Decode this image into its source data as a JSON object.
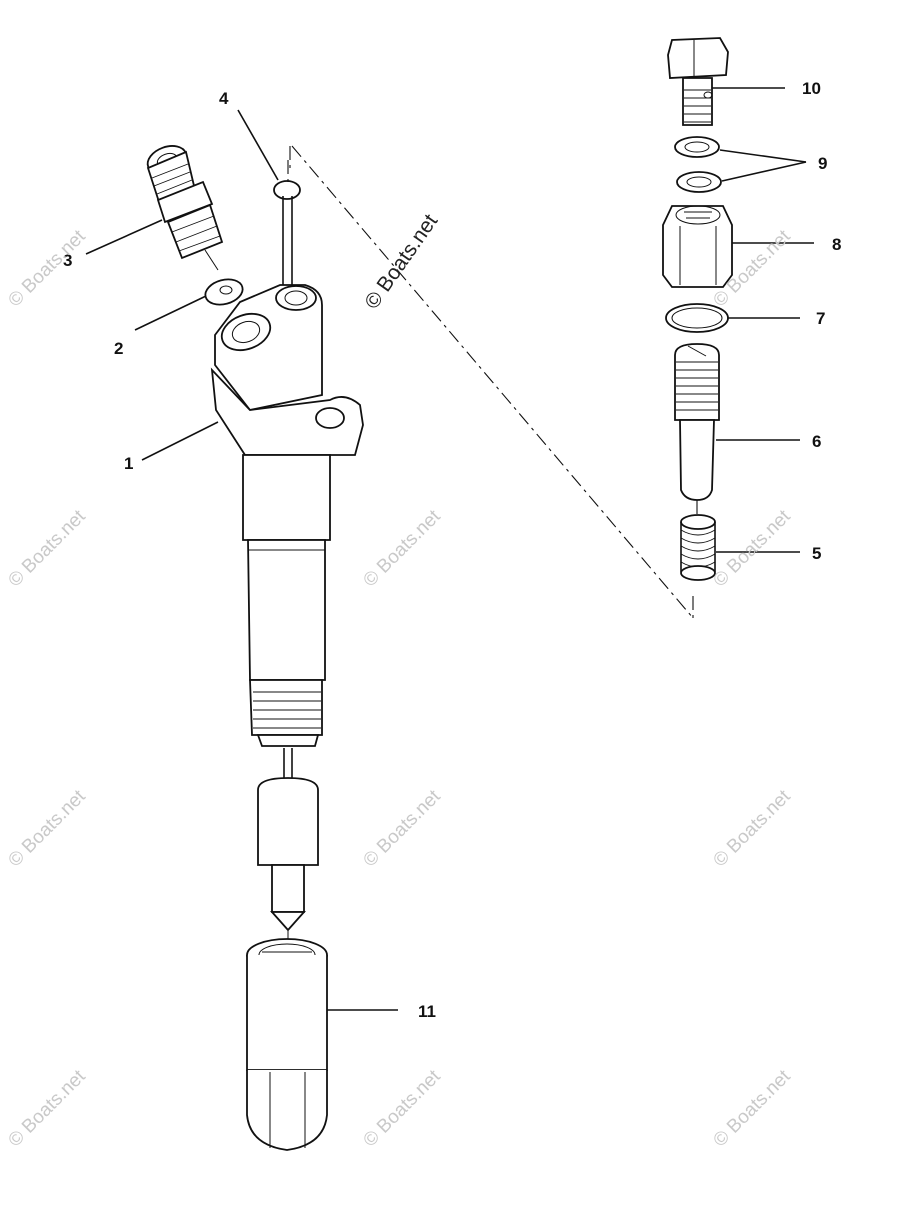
{
  "callouts": {
    "c1": "1",
    "c2": "2",
    "c3": "3",
    "c4": "4",
    "c5": "5",
    "c6": "6",
    "c7": "7",
    "c8": "8",
    "c9": "9",
    "c10": "10",
    "c11": "11"
  },
  "watermark": {
    "text": "© Boats.net",
    "main_text": "© Boats.net"
  }
}
